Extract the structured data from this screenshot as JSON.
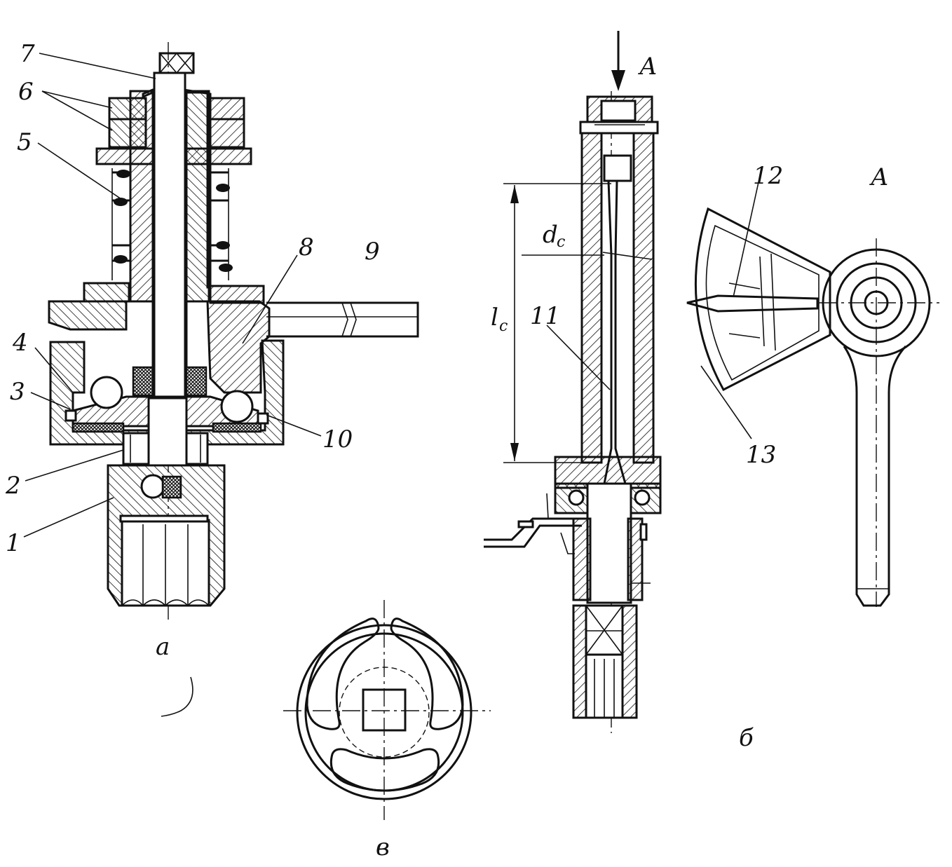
{
  "view_labels": {
    "a": "а",
    "b": "б",
    "v": "в"
  },
  "view_a_callouts": {
    "c1": "1",
    "c2": "2",
    "c3": "3",
    "c4": "4",
    "c5": "5",
    "c6": "6",
    "c7": "7",
    "c8": "8",
    "c9": "9",
    "c10": "10"
  },
  "view_b_callouts": {
    "c11": "11",
    "c12": "12",
    "c13": "13",
    "arrow_a": "А",
    "section_a": "А",
    "length_symbol": "l",
    "length_sub": "с",
    "diameter_symbol": "d",
    "diameter_sub": "с"
  }
}
